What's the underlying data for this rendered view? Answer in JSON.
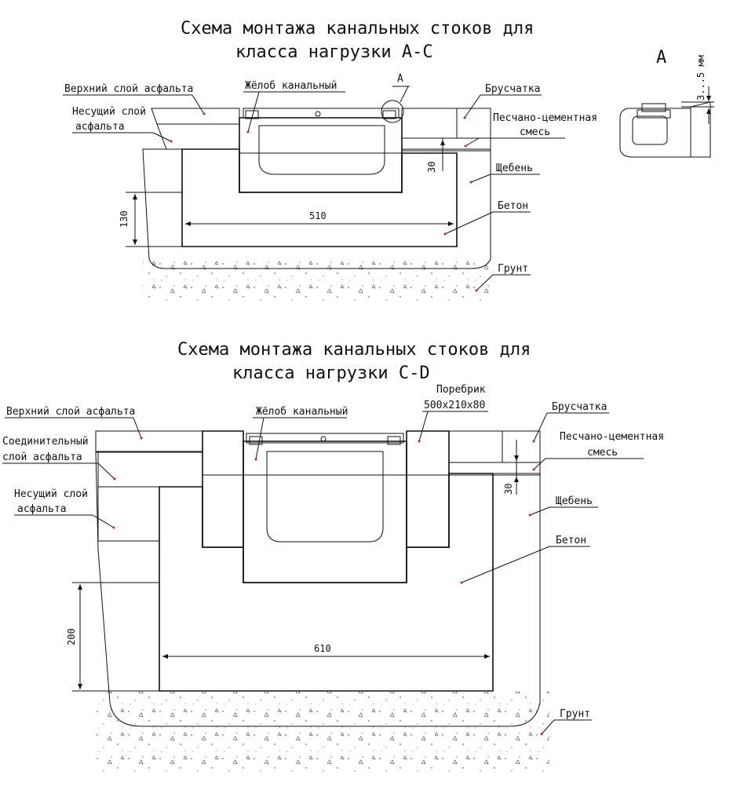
{
  "diagram1": {
    "title_line1": "Схема монтажа канальных стоков для",
    "title_line2": "класса нагрузки А-С",
    "labels": {
      "top_asphalt": "Верхний слой асфальта",
      "bearing_asphalt_1": "Несущий слой",
      "bearing_asphalt_2": "асфальта",
      "channel": "Жёлоб канальный",
      "callout": "А",
      "paving": "Брусчатка",
      "sand_mix_1": "Песчано-цементная",
      "sand_mix_2": "смесь",
      "gravel": "Щебень",
      "concrete": "Бетон",
      "soil": "Грунт"
    },
    "dims": {
      "depth": "130",
      "width": "510",
      "sand": "30"
    },
    "detail": {
      "title": "А",
      "gap": "3...5 мм"
    }
  },
  "diagram2": {
    "title_line1": "Схема монтажа канальных стоков для",
    "title_line2": "класса нагрузки C-D",
    "labels": {
      "top_asphalt": "Верхний слой асфальта",
      "connect_asphalt_1": "Соединительный",
      "connect_asphalt_2": "слой асфальта",
      "bearing_asphalt_1": "Несущий слой",
      "bearing_asphalt_2": "асфальта",
      "channel": "Жёлоб канальный",
      "curb_1": "Поребрик",
      "curb_2": "500х210х80",
      "paving": "Брусчатка",
      "sand_mix_1": "Песчано-цементная",
      "sand_mix_2": "смесь",
      "gravel": "Щебень",
      "concrete": "Бетон",
      "soil": "Грунт"
    },
    "dims": {
      "depth": "200",
      "width": "610",
      "sand": "30"
    }
  },
  "colors": {
    "line": "#111111",
    "marker": "#cc2222"
  }
}
